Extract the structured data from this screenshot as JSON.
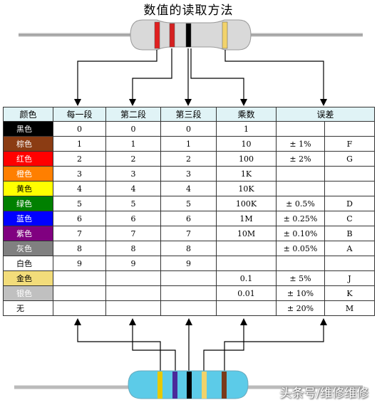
{
  "title": "数值的读取方法",
  "colors": {
    "table_header_bg": "#e0f3f6",
    "resistor_top_body": "#d9d9d9",
    "resistor_bottom_body": "#5ccbe8"
  },
  "table": {
    "headers": [
      "颜色",
      "每一段",
      "第二段",
      "第三段",
      "乘数",
      "误差"
    ],
    "rows": [
      {
        "name": "黑色",
        "swatch": "#000000",
        "text": "#ffffff",
        "d1": "0",
        "d2": "0",
        "d3": "0",
        "mult": "1",
        "tol": "",
        "code": ""
      },
      {
        "name": "棕色",
        "swatch": "#8b3c13",
        "text": "#ffffff",
        "d1": "1",
        "d2": "1",
        "d3": "1",
        "mult": "10",
        "tol": "± 1%",
        "code": "F"
      },
      {
        "name": "红色",
        "swatch": "#ff0000",
        "text": "#ffffff",
        "d1": "2",
        "d2": "2",
        "d3": "2",
        "mult": "100",
        "tol": "± 2%",
        "code": "G"
      },
      {
        "name": "橙色",
        "swatch": "#ff7f00",
        "text": "#ffffff",
        "d1": "3",
        "d2": "3",
        "d3": "3",
        "mult": "1K",
        "tol": "",
        "code": ""
      },
      {
        "name": "黄色",
        "swatch": "#ffff00",
        "text": "#000000",
        "d1": "4",
        "d2": "4",
        "d3": "4",
        "mult": "10K",
        "tol": "",
        "code": ""
      },
      {
        "name": "绿色",
        "swatch": "#008000",
        "text": "#ffffff",
        "d1": "5",
        "d2": "5",
        "d3": "5",
        "mult": "100K",
        "tol": "± 0.5%",
        "code": "D"
      },
      {
        "name": "蓝色",
        "swatch": "#0000ff",
        "text": "#ffffff",
        "d1": "6",
        "d2": "6",
        "d3": "6",
        "mult": "1M",
        "tol": "± 0.25%",
        "code": "C"
      },
      {
        "name": "紫色",
        "swatch": "#800080",
        "text": "#ffffff",
        "d1": "7",
        "d2": "7",
        "d3": "7",
        "mult": "10M",
        "tol": "± 0.10%",
        "code": "B"
      },
      {
        "name": "灰色",
        "swatch": "#808080",
        "text": "#ffffff",
        "d1": "8",
        "d2": "8",
        "d3": "8",
        "mult": "",
        "tol": "± 0.05%",
        "code": "A"
      },
      {
        "name": "白色",
        "swatch": "#ffffff",
        "text": "#000000",
        "d1": "9",
        "d2": "9",
        "d3": "9",
        "mult": "",
        "tol": "",
        "code": ""
      },
      {
        "name": "金色",
        "swatch": "#f2dc7a",
        "text": "#000000",
        "d1": "",
        "d2": "",
        "d3": "",
        "mult": "0.1",
        "tol": "± 5%",
        "code": "J"
      },
      {
        "name": "银色",
        "swatch": "#c0c0c0",
        "text": "#ffffff",
        "d1": "",
        "d2": "",
        "d3": "",
        "mult": "0.01",
        "tol": "± 10%",
        "code": "K"
      },
      {
        "name": "无",
        "swatch": "#ffffff",
        "text": "#000000",
        "d1": "",
        "d2": "",
        "d3": "",
        "mult": "",
        "tol": "± 20%",
        "code": "M"
      }
    ]
  },
  "top_resistor_bands": [
    "#e02020",
    "#d42020",
    "#000000",
    "#f2d36b"
  ],
  "bottom_resistor_bands": [
    "#e8c900",
    "#4b2a9a",
    "#000000",
    "#f2d36b",
    "#7a3a1a"
  ],
  "watermark": "头条号/维修维修"
}
